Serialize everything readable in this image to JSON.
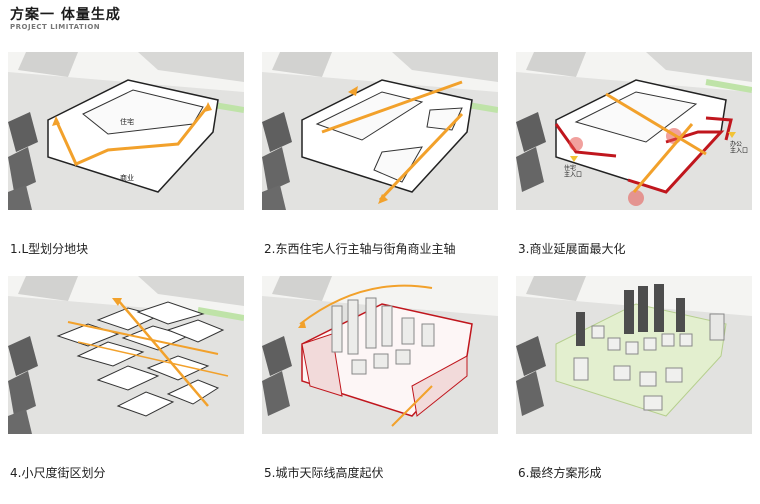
{
  "header": {
    "title": "方案一 体量生成",
    "subtitle": "PROJECT LIMITATION"
  },
  "panels": [
    {
      "caption": "1.L型划分地块",
      "labels": {
        "residential": "住宅",
        "commercial": "商业"
      }
    },
    {
      "caption": "2.东西住宅人行主轴与街角商业主轴"
    },
    {
      "caption": "3.商业延展面最大化",
      "labels": {
        "residential_entrance": "住宅\n主入口",
        "office_entrance": "办公\n主入口"
      }
    },
    {
      "caption": "4.小尺度街区划分"
    },
    {
      "caption": "5.城市天际线高度起伏"
    },
    {
      "caption": "6.最终方案形成"
    }
  ],
  "colors": {
    "axis": "#f2a12b",
    "commercial_frontage": "#c0161d",
    "green_edge": "#bfe3a8",
    "building_dark": "#5a5a5a"
  }
}
